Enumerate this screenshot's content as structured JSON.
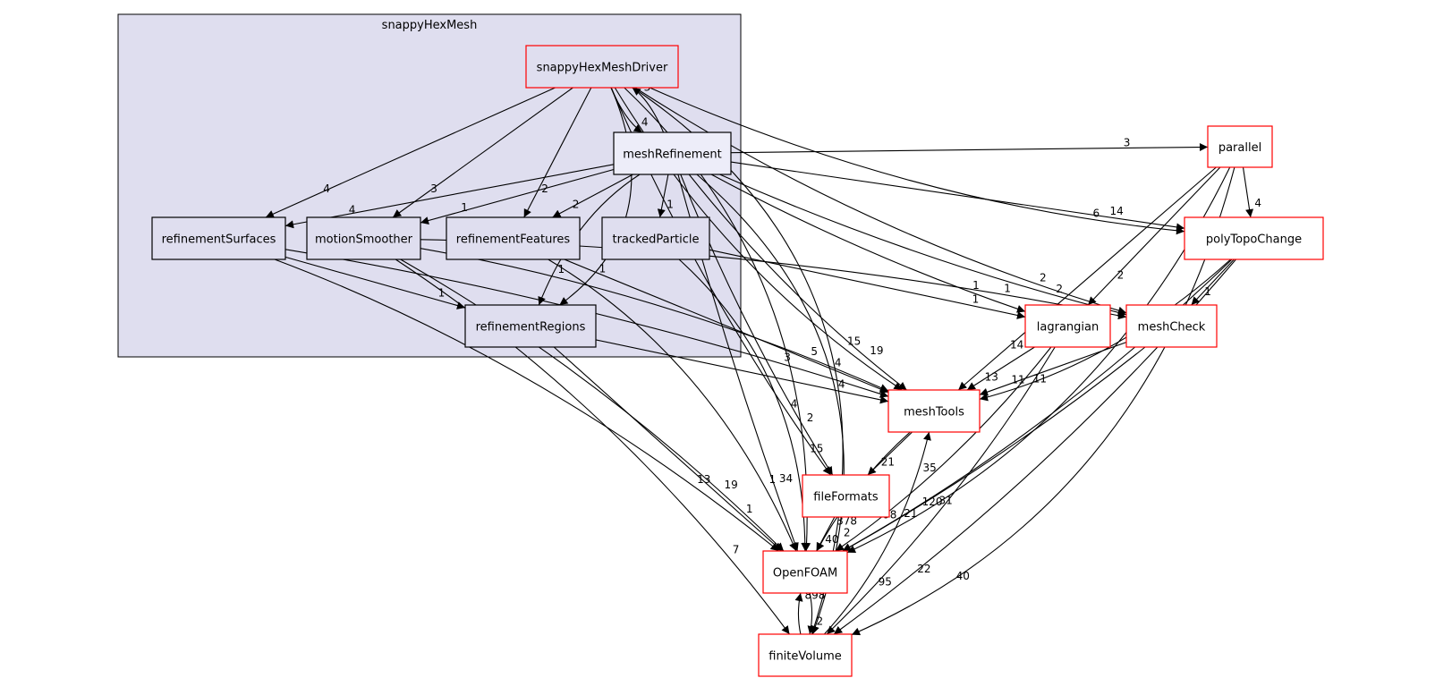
{
  "cluster": {
    "label": "snappyHexMesh"
  },
  "colors": {
    "cluster_fill": "#dfdeef",
    "inner_node_fill": "#dfdeef",
    "highlight_node_fill": "#ededf9",
    "external_fill": "#ffffff",
    "red_border": "#ff0000",
    "black_border": "#000000"
  },
  "nodes": [
    {
      "id": "snappyHexMeshDriver",
      "label": "snappyHexMeshDriver",
      "style": "red-inner"
    },
    {
      "id": "meshRefinement",
      "label": "meshRefinement",
      "style": "highlight"
    },
    {
      "id": "refinementSurfaces",
      "label": "refinementSurfaces",
      "style": "inner"
    },
    {
      "id": "motionSmoother",
      "label": "motionSmoother",
      "style": "inner"
    },
    {
      "id": "refinementFeatures",
      "label": "refinementFeatures",
      "style": "inner"
    },
    {
      "id": "trackedParticle",
      "label": "trackedParticle",
      "style": "inner"
    },
    {
      "id": "refinementRegions",
      "label": "refinementRegions",
      "style": "inner"
    },
    {
      "id": "parallel",
      "label": "parallel",
      "style": "red"
    },
    {
      "id": "polyTopoChange",
      "label": "polyTopoChange",
      "style": "red"
    },
    {
      "id": "lagrangian",
      "label": "lagrangian",
      "style": "red"
    },
    {
      "id": "meshCheck",
      "label": "meshCheck",
      "style": "red"
    },
    {
      "id": "meshTools",
      "label": "meshTools",
      "style": "red"
    },
    {
      "id": "fileFormats",
      "label": "fileFormats",
      "style": "red"
    },
    {
      "id": "OpenFOAM",
      "label": "OpenFOAM",
      "style": "red"
    },
    {
      "id": "finiteVolume",
      "label": "finiteVolume",
      "style": "red"
    }
  ],
  "edges": [
    {
      "from": "snappyHexMeshDriver",
      "to": "meshRefinement",
      "label": "4"
    },
    {
      "from": "meshRefinement",
      "to": "snappyHexMeshDriver",
      "label": "3"
    },
    {
      "from": "snappyHexMeshDriver",
      "to": "refinementSurfaces",
      "label": "4"
    },
    {
      "from": "snappyHexMeshDriver",
      "to": "motionSmoother",
      "label": "3"
    },
    {
      "from": "snappyHexMeshDriver",
      "to": "refinementFeatures",
      "label": "2"
    },
    {
      "from": "snappyHexMeshDriver",
      "to": "refinementRegions",
      "label": "1"
    },
    {
      "from": "snappyHexMeshDriver",
      "to": "meshTools",
      "label": "15"
    },
    {
      "from": "snappyHexMeshDriver",
      "to": "fileFormats",
      "label": "4"
    },
    {
      "from": "snappyHexMeshDriver",
      "to": "meshCheck",
      "label": "2"
    },
    {
      "from": "snappyHexMeshDriver",
      "to": "polyTopoChange",
      "label": "6"
    },
    {
      "from": "snappyHexMeshDriver",
      "to": "OpenFOAM",
      "label": "15"
    },
    {
      "from": "snappyHexMeshDriver",
      "to": "finiteVolume",
      "label": "5"
    },
    {
      "from": "meshRefinement",
      "to": "parallel",
      "label": "3"
    },
    {
      "from": "meshRefinement",
      "to": "polyTopoChange",
      "label": "14"
    },
    {
      "from": "meshRefinement",
      "to": "refinementSurfaces",
      "label": "4"
    },
    {
      "from": "meshRefinement",
      "to": "motionSmoother",
      "label": "1"
    },
    {
      "from": "meshRefinement",
      "to": "refinementFeatures",
      "label": "2"
    },
    {
      "from": "meshRefinement",
      "to": "trackedParticle",
      "label": "1"
    },
    {
      "from": "meshRefinement",
      "to": "refinementRegions",
      "label": "1"
    },
    {
      "from": "meshRefinement",
      "to": "lagrangian",
      "label": "1"
    },
    {
      "from": "meshRefinement",
      "to": "meshCheck",
      "label": "2"
    },
    {
      "from": "meshRefinement",
      "to": "meshTools",
      "label": "19"
    },
    {
      "from": "meshRefinement",
      "to": "fileFormats",
      "label": "2"
    },
    {
      "from": "meshRefinement",
      "to": "OpenFOAM",
      "label": "34"
    },
    {
      "from": "meshRefinement",
      "to": "finiteVolume",
      "label": "2"
    },
    {
      "from": "refinementSurfaces",
      "to": "refinementRegions",
      "label": "1"
    },
    {
      "from": "refinementSurfaces",
      "to": "meshTools",
      "label": "3"
    },
    {
      "from": "refinementSurfaces",
      "to": "OpenFOAM",
      "label": "13"
    },
    {
      "from": "motionSmoother",
      "to": "meshCheck",
      "label": "1"
    },
    {
      "from": "motionSmoother",
      "to": "meshTools",
      "label": "5"
    },
    {
      "from": "motionSmoother",
      "to": "OpenFOAM",
      "label": "19"
    },
    {
      "from": "motionSmoother",
      "to": "finiteVolume",
      "label": "7"
    },
    {
      "from": "refinementFeatures",
      "to": "meshTools",
      "label": "4"
    },
    {
      "from": "refinementFeatures",
      "to": "OpenFOAM",
      "label": "1"
    },
    {
      "from": "trackedParticle",
      "to": "lagrangian",
      "label": "1"
    },
    {
      "from": "trackedParticle",
      "to": "OpenFOAM",
      "label": "1"
    },
    {
      "from": "refinementRegions",
      "to": "meshTools",
      "label": "4"
    },
    {
      "from": "refinementRegions",
      "to": "OpenFOAM",
      "label": "1"
    },
    {
      "from": "parallel",
      "to": "polyTopoChange",
      "label": "4"
    },
    {
      "from": "parallel",
      "to": "lagrangian",
      "label": "2"
    },
    {
      "from": "parallel",
      "to": "meshTools",
      "label": "14"
    },
    {
      "from": "parallel",
      "to": "OpenFOAM",
      "label": "31"
    },
    {
      "from": "parallel",
      "to": "finiteVolume",
      "label": "40"
    },
    {
      "from": "polyTopoChange",
      "to": "meshCheck",
      "label": "1"
    },
    {
      "from": "polyTopoChange",
      "to": "meshTools",
      "label": "11"
    },
    {
      "from": "polyTopoChange",
      "to": "OpenFOAM",
      "label": "120"
    },
    {
      "from": "polyTopoChange",
      "to": "finiteVolume",
      "label": "22"
    },
    {
      "from": "lagrangian",
      "to": "meshTools",
      "label": "13"
    },
    {
      "from": "lagrangian",
      "to": "OpenFOAM",
      "label": "98"
    },
    {
      "from": "lagrangian",
      "to": "finiteVolume",
      "label": "95"
    },
    {
      "from": "meshCheck",
      "to": "meshTools",
      "label": "11"
    },
    {
      "from": "meshCheck",
      "to": "OpenFOAM",
      "label": "21"
    },
    {
      "from": "meshTools",
      "to": "fileFormats",
      "label": "21"
    },
    {
      "from": "meshTools",
      "to": "OpenFOAM",
      "label": "378"
    },
    {
      "from": "fileFormats",
      "to": "OpenFOAM",
      "label": "40"
    },
    {
      "from": "OpenFOAM",
      "to": "finiteVolume",
      "label": "2"
    },
    {
      "from": "finiteVolume",
      "to": "OpenFOAM",
      "label": "898"
    },
    {
      "from": "finiteVolume",
      "to": "meshTools",
      "label": "35"
    }
  ]
}
